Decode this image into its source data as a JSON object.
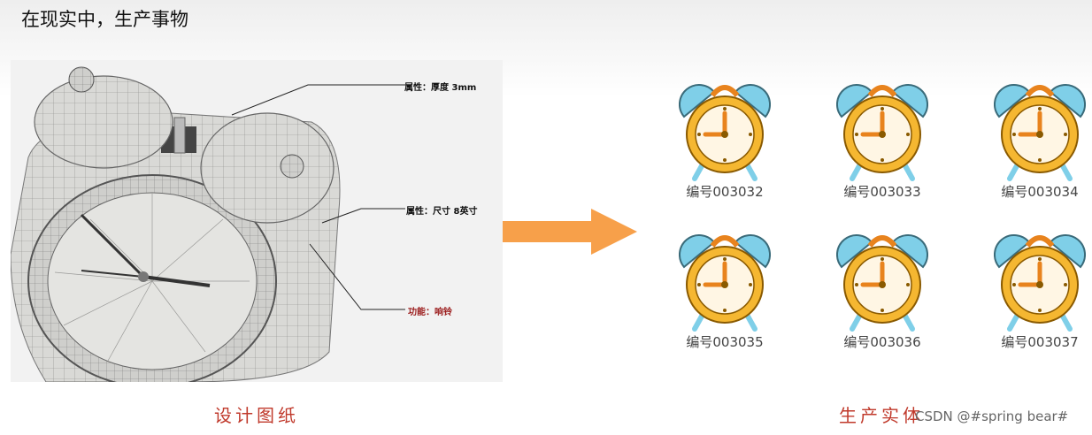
{
  "title": "在现实中，生产事物",
  "blueprint": {
    "callouts": [
      "属性：厚度 3mm",
      "属性：尺寸 8英寸",
      "功能：响铃"
    ],
    "caption": "设计图纸"
  },
  "product": {
    "caption": "生产实体",
    "clocks": [
      {
        "label": "编号003032"
      },
      {
        "label": "编号003033"
      },
      {
        "label": "编号003034"
      },
      {
        "label": "编号003035"
      },
      {
        "label": "编号003036"
      },
      {
        "label": "编号003037"
      }
    ]
  },
  "watermark": "CSDN @#spring bear#",
  "colors": {
    "arrow": "#f7a04a",
    "caption": "#c0392b",
    "clock_body": "#f5b731",
    "clock_bell": "#7fcfe8",
    "clock_hands": "#e8831d"
  }
}
